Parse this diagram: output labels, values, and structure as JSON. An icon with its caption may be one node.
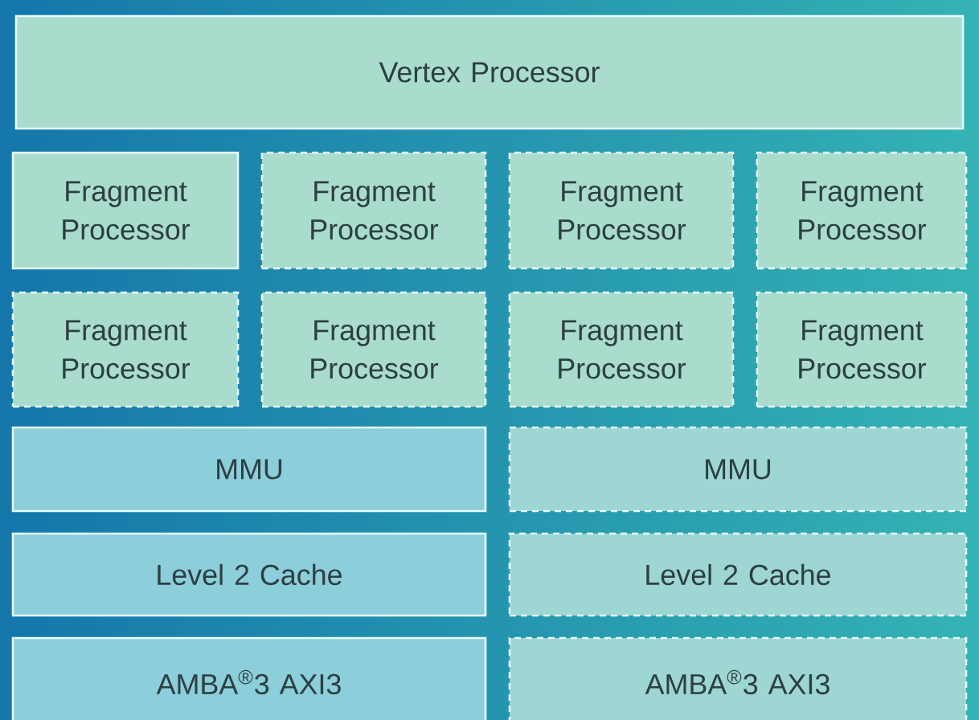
{
  "diagram": {
    "nodes": [
      {
        "text": [
          "Vertex Processor"
        ]
      },
      {
        "text": [
          "Fragment Processor"
        ]
      },
      {
        "text": [
          "Fragment Processor"
        ]
      },
      {
        "text": [
          "Fragment Processor"
        ]
      },
      {
        "text": [
          "Fragment Processor"
        ]
      },
      {
        "text": [
          "Fragment Processor"
        ]
      },
      {
        "text": [
          "Fragment Processor"
        ]
      },
      {
        "text": [
          "Fragment Processor"
        ]
      },
      {
        "text": [
          "Fragment Processor"
        ]
      },
      {
        "text": [
          "MMU"
        ]
      },
      {
        "text": [
          "MMU"
        ]
      },
      {
        "text": [
          "Level 2 Cache"
        ]
      },
      {
        "text": [
          "Level 2 Cache"
        ]
      },
      {
        "text": [
          "AMBA$^{®}$3 AXI3"
        ]
      },
      {
        "text": [
          "AMBA$^{®}$3 AXI3"
        ]
      }
    ]
  }
}
